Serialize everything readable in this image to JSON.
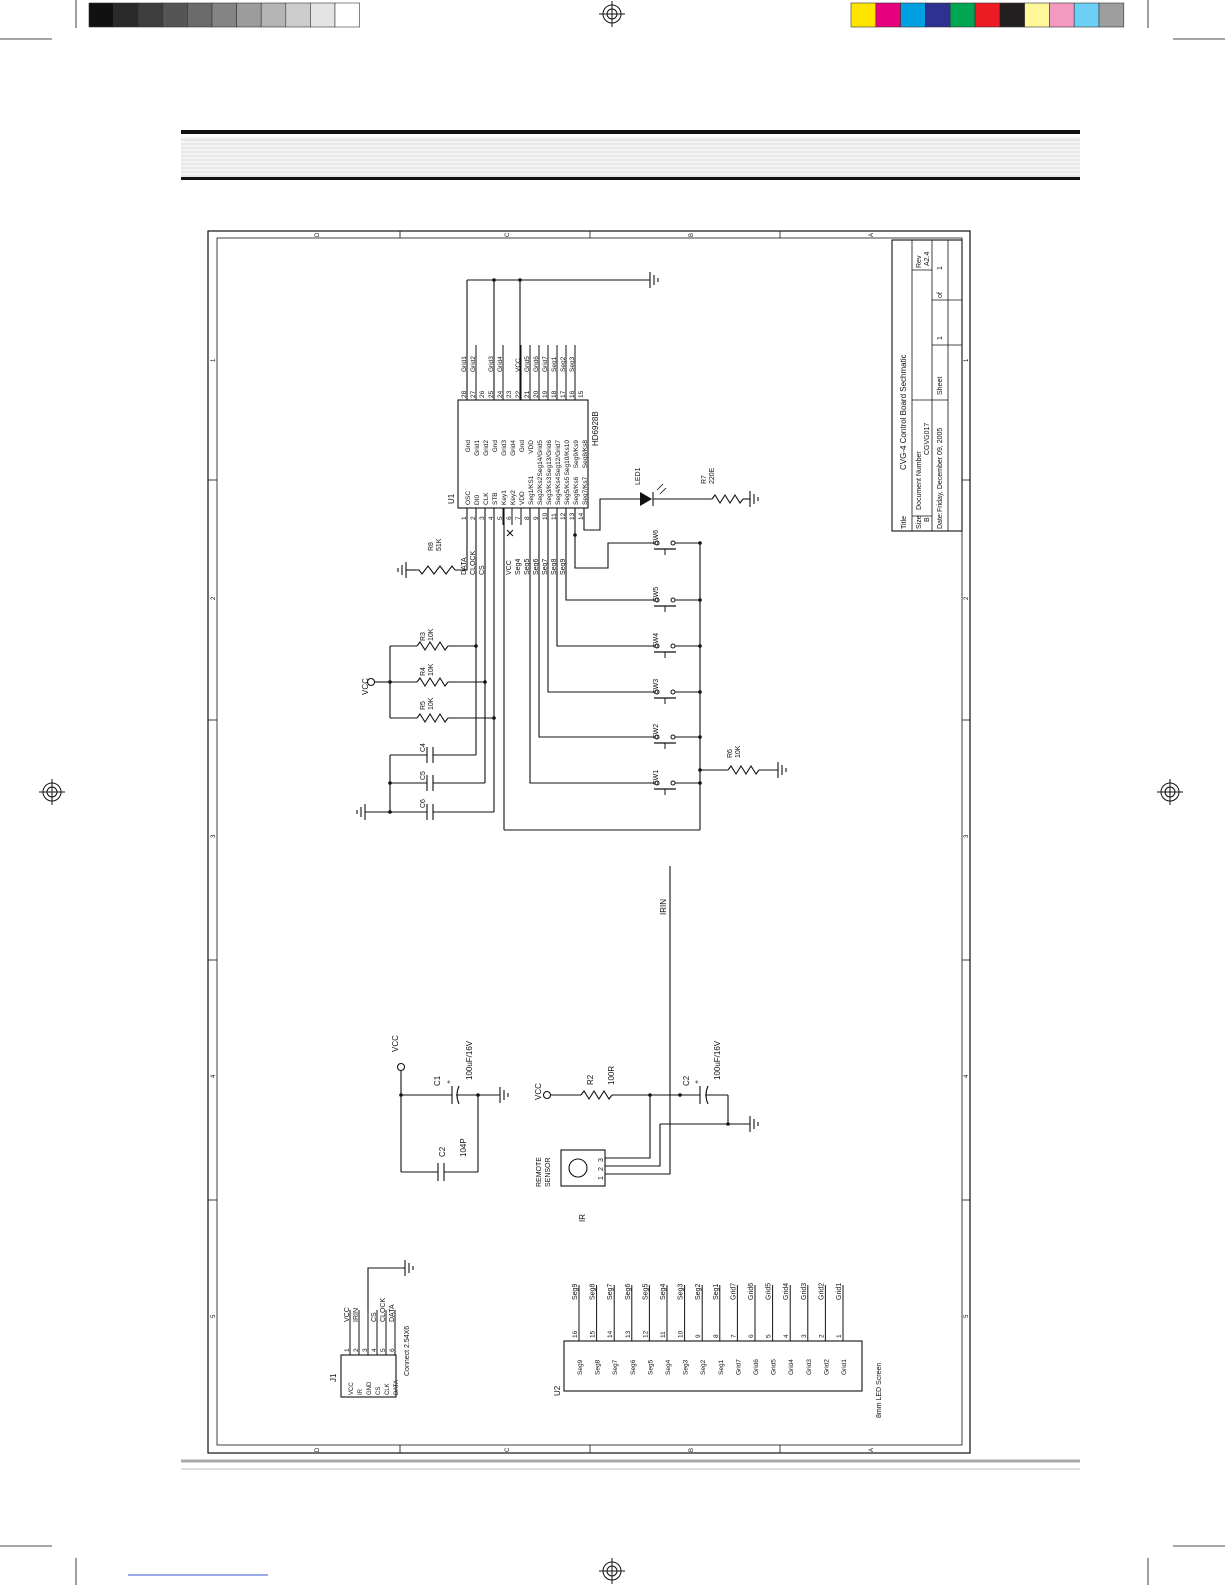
{
  "colors": {
    "gray_bar": [
      "#111111",
      "#2a2a2a",
      "#3d3d3d",
      "#555555",
      "#6b6b6b",
      "#848484",
      "#9c9c9c",
      "#b4b4b4",
      "#cdcdcd",
      "#e4e4e4",
      "#ffffff"
    ],
    "color_bar": [
      "#ffe400",
      "#e6007e",
      "#00a0e3",
      "#2e3192",
      "#00a651",
      "#ed1c24",
      "#231f20",
      "#fff799",
      "#f49ac1",
      "#6dcff6",
      "#9e9e9e"
    ]
  },
  "title_block": {
    "title_label": "Title",
    "title_value": "CVG-4 Control Board Sechmatic",
    "size_label": "Size",
    "size_value": "B",
    "doc_label": "Document Number",
    "doc_value": "CGVG017",
    "rev_label": "Rev",
    "rev_value": "A2.4",
    "date_label": "Date:",
    "date_value": "Friday, December 09, 2005",
    "sheet_label": "Sheet",
    "sheet_value": "1",
    "of_label": "of",
    "of_value": "1"
  },
  "border": {
    "letters": [
      "D",
      "C",
      "B",
      "A"
    ],
    "numbers": [
      "1",
      "2",
      "3",
      "4",
      "5"
    ]
  },
  "u1": {
    "ref": "U1",
    "part": "HD6928B",
    "left_pins": [
      {
        "num": "1",
        "name": "OSC"
      },
      {
        "num": "2",
        "name": "DI0"
      },
      {
        "num": "3",
        "name": "CLK"
      },
      {
        "num": "4",
        "name": "STB"
      },
      {
        "num": "5",
        "name": "Key1"
      },
      {
        "num": "6",
        "name": "Key2"
      },
      {
        "num": "7",
        "name": "VDD"
      },
      {
        "num": "8",
        "name": "Seg1/KS1"
      },
      {
        "num": "9",
        "name": "Seg2/Ks2"
      },
      {
        "num": "10",
        "name": "Seg3/Ks3"
      },
      {
        "num": "11",
        "name": "Seg4/Ks4"
      },
      {
        "num": "12",
        "name": "Seg5/Ks5"
      },
      {
        "num": "13",
        "name": "Seg6/Ks6"
      },
      {
        "num": "14",
        "name": "Seg7/Ks7"
      }
    ],
    "right_pins": [
      {
        "num": "28",
        "name": "Gnd",
        "net": "Grid1"
      },
      {
        "num": "27",
        "name": "Grid1",
        "net": "Grid2"
      },
      {
        "num": "26",
        "name": "Grid2",
        "net": ""
      },
      {
        "num": "25",
        "name": "Gnd",
        "net": "Grid3"
      },
      {
        "num": "24",
        "name": "Grid3",
        "net": "Grid4"
      },
      {
        "num": "23",
        "name": "Grid4",
        "net": ""
      },
      {
        "num": "22",
        "name": "Gnd",
        "net": "VCC"
      },
      {
        "num": "21",
        "name": "VDD",
        "net": "Grid5"
      },
      {
        "num": "20",
        "name": "Seg14/Grid5",
        "net": "Grid6"
      },
      {
        "num": "19",
        "name": "Seg13/Grid6",
        "net": "Grid7"
      },
      {
        "num": "18",
        "name": "Seg12/Grid7",
        "net": "Seg1"
      },
      {
        "num": "17",
        "name": "Seg10/Ks10",
        "net": "Seg2"
      },
      {
        "num": "16",
        "name": "Seg9/Ks9",
        "net": "Seg3"
      },
      {
        "num": "15",
        "name": "Seg8/Ks8",
        "net": ""
      }
    ],
    "left_nets": [
      "DATA",
      "CLOCK",
      "CS",
      "",
      "",
      "VCC",
      "Seg4",
      "Seg5",
      "Seg6",
      "Seg7",
      "Seg8",
      "Seg9"
    ]
  },
  "parts": {
    "r8": {
      "ref": "R8",
      "value": "51K"
    },
    "r3": {
      "ref": "R3",
      "value": "10K"
    },
    "r4": {
      "ref": "R4",
      "value": "10K"
    },
    "r5": {
      "ref": "R5",
      "value": "10K"
    },
    "r6": {
      "ref": "R6",
      "value": "10K"
    },
    "r7": {
      "ref": "R7",
      "value": "220E"
    },
    "c4": {
      "ref": "C4"
    },
    "c5": {
      "ref": "C5"
    },
    "c6": {
      "ref": "C6"
    },
    "led1": {
      "ref": "LED1"
    },
    "switches": [
      "SW1",
      "SW2",
      "SW3",
      "SW4",
      "SW5",
      "SW6"
    ],
    "vcc": "VCC",
    "c1": {
      "ref": "C1",
      "value": "100uF/16V",
      "plus": "+"
    },
    "c2a": {
      "ref": "C2",
      "value": "104P"
    },
    "c2b": {
      "ref": "C2",
      "value": "100uF/16V",
      "plus": "+"
    },
    "r2": {
      "ref": "R2",
      "value": "100R"
    },
    "irin": "IRIN",
    "remote": {
      "line1": "REMOTE",
      "line2": "SENSOR",
      "ref": "IR",
      "pins": [
        "3",
        "2",
        "1"
      ]
    }
  },
  "j1": {
    "ref": "J1",
    "desc": "Connect 2.54X6",
    "pins": [
      {
        "num": "1",
        "name": "VCC",
        "net": "VCC"
      },
      {
        "num": "2",
        "name": "IR",
        "net": "IRIN"
      },
      {
        "num": "3",
        "name": "GND",
        "net": ""
      },
      {
        "num": "4",
        "name": "CS",
        "net": "CS"
      },
      {
        "num": "5",
        "name": "CLK",
        "net": "CLOCK"
      },
      {
        "num": "6",
        "name": "DATA",
        "net": "DATA"
      }
    ]
  },
  "u2": {
    "ref": "U2",
    "desc": "8mm LED Screen",
    "pins": [
      {
        "num": "16",
        "name": "Seg9",
        "net": "Seg9"
      },
      {
        "num": "15",
        "name": "Seg8",
        "net": "Seg8"
      },
      {
        "num": "14",
        "name": "Seg7",
        "net": "Seg7"
      },
      {
        "num": "13",
        "name": "Seg6",
        "net": "Seg6"
      },
      {
        "num": "12",
        "name": "Seg5",
        "net": "Seg5"
      },
      {
        "num": "11",
        "name": "Seg4",
        "net": "Seg4"
      },
      {
        "num": "10",
        "name": "Seg3",
        "net": "Seg3"
      },
      {
        "num": "9",
        "name": "Seg2",
        "net": "Seg2"
      },
      {
        "num": "8",
        "name": "Seg1",
        "net": "Seg1"
      },
      {
        "num": "7",
        "name": "Grid7",
        "net": "Grid7"
      },
      {
        "num": "6",
        "name": "Grid6",
        "net": "Grid6"
      },
      {
        "num": "5",
        "name": "Grid5",
        "net": "Grid5"
      },
      {
        "num": "4",
        "name": "Grid4",
        "net": "Grid4"
      },
      {
        "num": "3",
        "name": "Grid3",
        "net": "Grid3"
      },
      {
        "num": "2",
        "name": "Grid2",
        "net": "Grid2"
      },
      {
        "num": "1",
        "name": "Grid1",
        "net": "Grid1"
      }
    ]
  }
}
